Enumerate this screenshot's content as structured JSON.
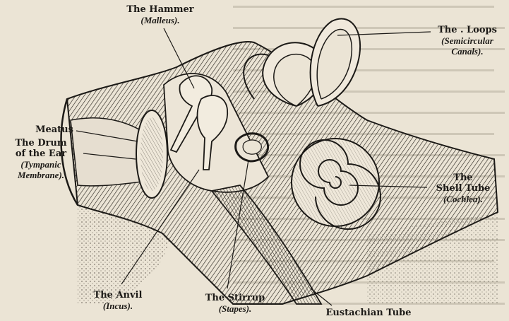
{
  "labels": {
    "hammer": {
      "name": "The Hammer",
      "sci": "(Malleus)."
    },
    "loops": {
      "name": "The . Loops",
      "sci": "(Semicircular",
      "sci2": "Canals)."
    },
    "meatus": {
      "name": "Meatus"
    },
    "drum": {
      "name": "The Drum",
      "name2": "of the Ear",
      "sci": "(Tympanic",
      "sci2": "Membrane)."
    },
    "shell": {
      "name": "The",
      "name2": "Shell Tube",
      "sci": "(Cochlea)."
    },
    "anvil": {
      "name": "The Anvil",
      "sci": "(Incus)."
    },
    "stirrup": {
      "name": "The Stirrup",
      "sci": "(Stapes)."
    },
    "eustachian": {
      "name": "Eustachian Tube"
    }
  },
  "colors": {
    "paper": "#ebe4d5",
    "ink": "#1c1a17"
  }
}
